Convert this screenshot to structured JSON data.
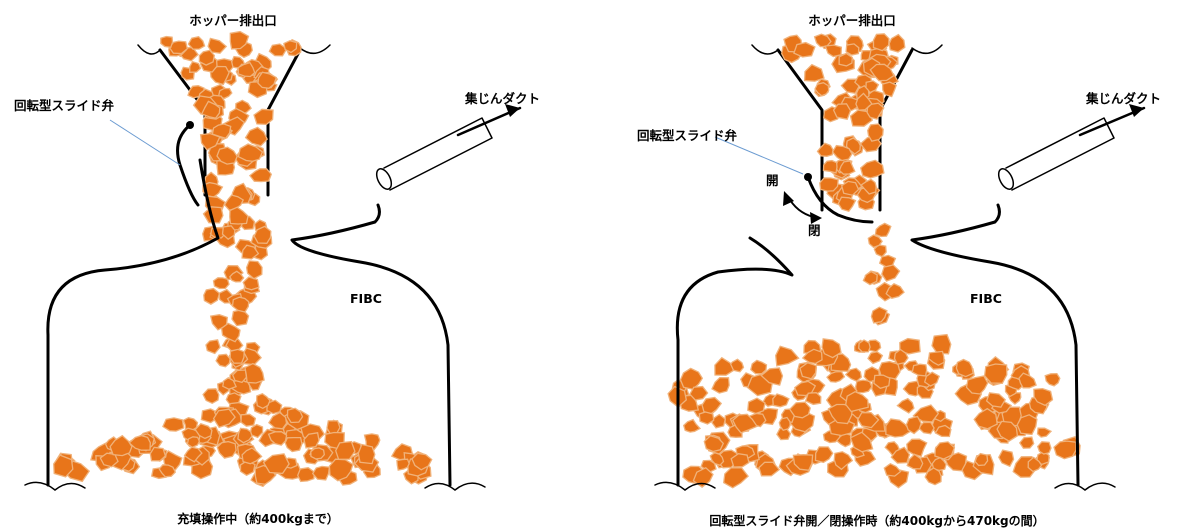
{
  "colors": {
    "granule": "#e8751a",
    "granule_edge": "#f0b27a",
    "outline": "#000000",
    "pointer": "#6b9bd1"
  },
  "left_panel": {
    "hopper_label": "ホッパー排出口",
    "valve_label": "回転型スライド弁",
    "duct_label": "集じんダクト",
    "fibc_label": "FIBC",
    "caption": "充填操作中（約400kgまで）"
  },
  "right_panel": {
    "hopper_label": "ホッパー排出口",
    "valve_label": "回転型スライド弁",
    "duct_label": "集じんダクト",
    "fibc_label": "FIBC",
    "open_label": "開",
    "close_label": "閉",
    "caption": "回転型スライド弁開／閉操作時（約400kgから470kgの間）"
  }
}
